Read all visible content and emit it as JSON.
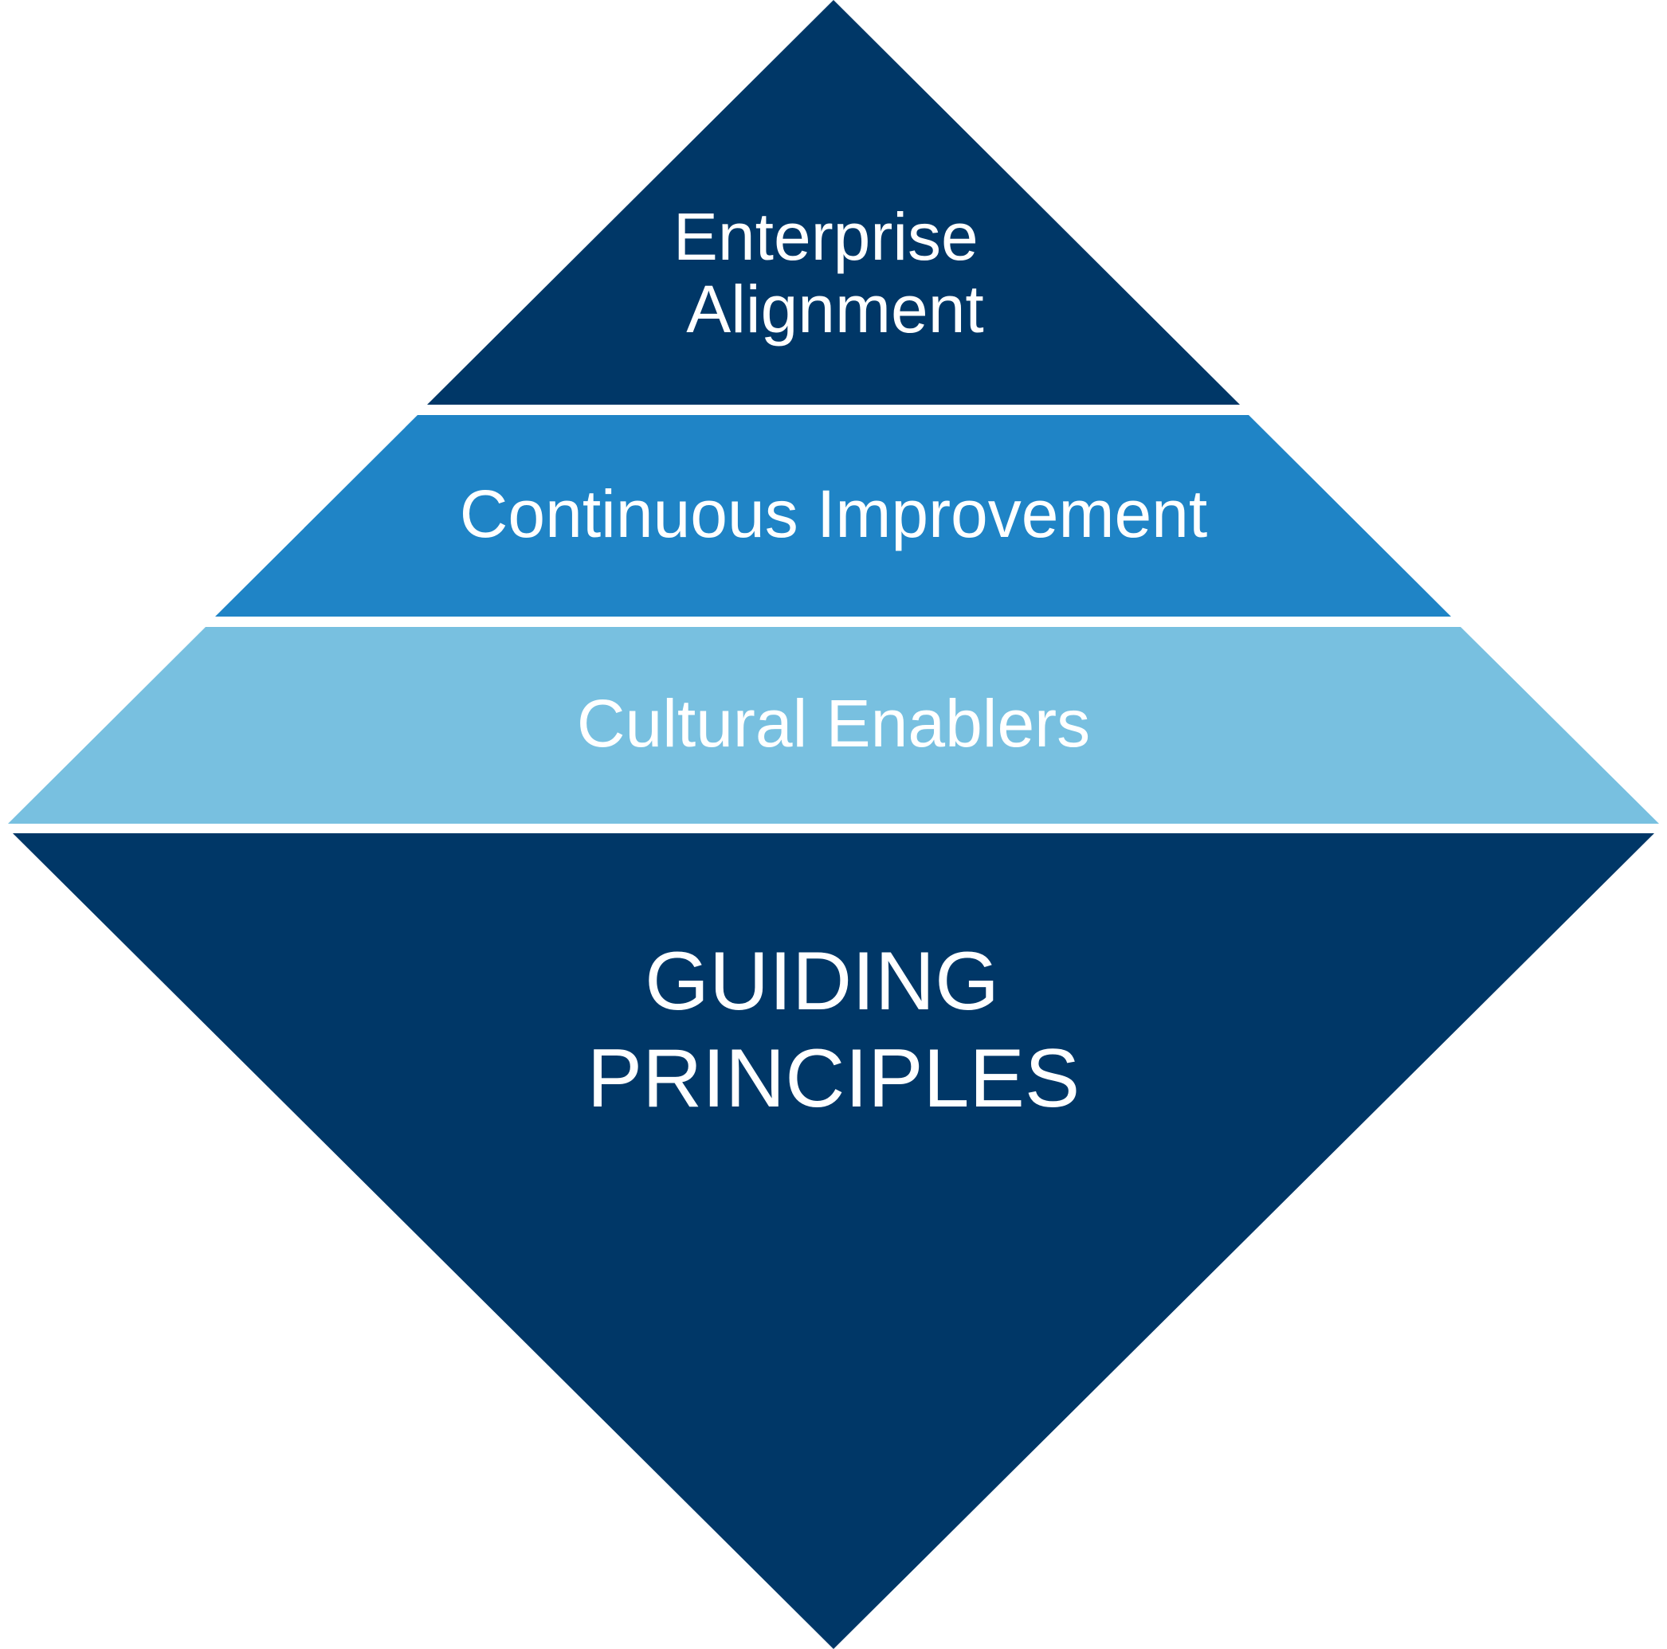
{
  "diagram": {
    "tiers": [
      {
        "id": "enterprise-alignment",
        "lines": [
          "Enterprise",
          "Alignment"
        ],
        "color": "#003767"
      },
      {
        "id": "continuous-improvement",
        "lines": [
          "Continuous Improvement"
        ],
        "color": "#1F84C6"
      },
      {
        "id": "cultural-enablers",
        "lines": [
          "Cultural Enablers"
        ],
        "color": "#78C0E0"
      },
      {
        "id": "guiding-principles",
        "lines": [
          "GUIDING",
          "PRINCIPLES"
        ],
        "color": "#003767"
      }
    ]
  }
}
